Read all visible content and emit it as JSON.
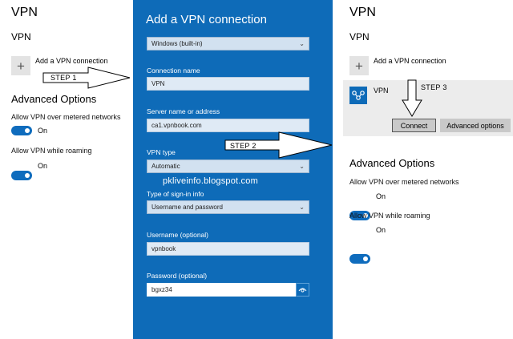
{
  "left": {
    "window_title": "VPN",
    "section_title": "VPN",
    "add_icon": "plus-icon",
    "add_label": "Add a VPN connection",
    "advanced_title": "Advanced Options",
    "metered_label": "Allow VPN over metered networks",
    "metered_state": "On",
    "roaming_label": "Allow VPN while roaming",
    "roaming_state": "On"
  },
  "dialog": {
    "title": "Add a VPN connection",
    "provider_value": "Windows (built-in)",
    "conn_name_label": "Connection name",
    "conn_name_value": "VPN",
    "server_label": "Server name or address",
    "server_value": "ca1.vpnbook.com",
    "vpn_type_label": "VPN type",
    "vpn_type_value": "Automatic",
    "signin_label": "Type of sign-in info",
    "signin_value": "Username and password",
    "username_label": "Username (optional)",
    "username_value": "vpnbook",
    "password_label": "Password (optional)",
    "password_value": "bgxz34",
    "reveal_icon": "eye-icon",
    "watermark": "pkliveinfo.blogspot.com",
    "accent": "#0e6bb8"
  },
  "right": {
    "window_title": "VPN",
    "section_title": "VPN",
    "add_icon": "plus-icon",
    "add_label": "Add a VPN connection",
    "vpn_item_icon": "vpn-network-icon",
    "vpn_item_name": "VPN",
    "connect_label": "Connect",
    "advanced_button_label": "Advanced options",
    "advanced_title": "Advanced Options",
    "metered_label": "Allow VPN over metered networks",
    "metered_state": "On",
    "roaming_label": "Allow VPN while roaming",
    "roaming_state": "On"
  },
  "steps": {
    "step1": "STEP 1",
    "step2": "STEP 2",
    "step3": "STEP 3"
  },
  "colors": {
    "toggle_on": "#0f6cbd",
    "dialog_bg": "#0e6bb8"
  }
}
